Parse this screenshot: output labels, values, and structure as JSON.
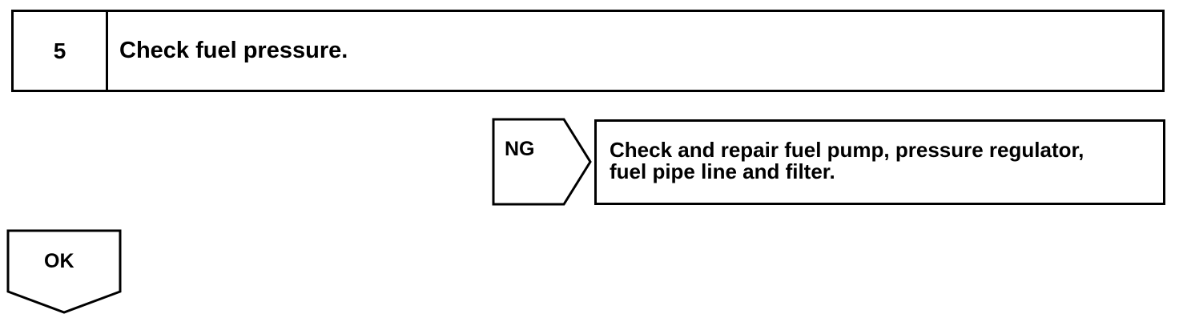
{
  "step": {
    "number": "5",
    "title": "Check fuel pressure."
  },
  "ng_branch": {
    "label": "NG",
    "action_lines": [
      "Check and repair fuel pump, pressure regulator,",
      "fuel pipe line and filter."
    ]
  },
  "ok_branch": {
    "label": "OK"
  }
}
